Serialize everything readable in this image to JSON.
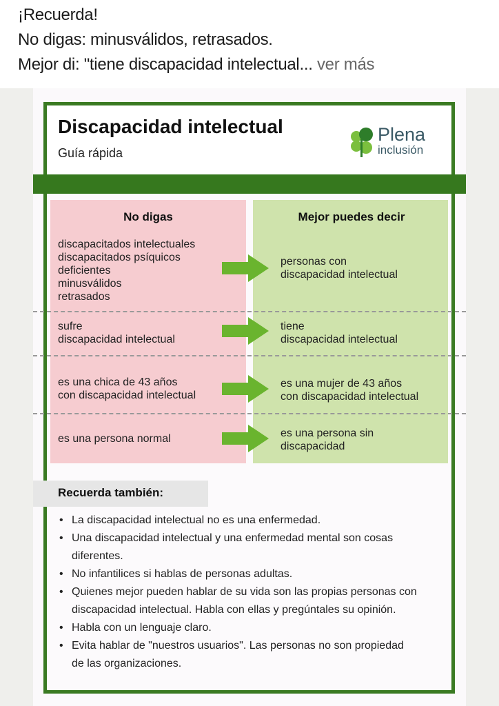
{
  "post": {
    "lines": [
      "¡Recuerda!",
      "No digas: minusválidos, retrasados.",
      "Mejor di: \"tiene discapacidad intelectual..."
    ],
    "more": "ver más"
  },
  "card": {
    "title": "Discapacidad intelectual",
    "subtitle": "Guía rápida",
    "logo": {
      "top": "Plena",
      "bottom": "inclusión"
    },
    "col_no": "No digas",
    "col_yes": "Mejor puedes decir",
    "rows": [
      {
        "no": "discapacitados intelectuales\ndiscapacitados psíquicos\ndeficientes\nminusválidos\nretrasados",
        "yes": "personas con\ndiscapacidad intelectual"
      },
      {
        "no": "sufre\ndiscapacidad intelectual",
        "yes": "tiene\ndiscapacidad intelectual"
      },
      {
        "no": "es una chica de 43 años\ncon discapacidad intelectual",
        "yes": "es una mujer de 43 años\ncon discapacidad intelectual"
      },
      {
        "no": "es una persona normal",
        "yes": "es una persona sin\ndiscapacidad"
      }
    ],
    "recuerda_title": "Recuerda también:",
    "recuerda": [
      "La discapacidad intelectual no es una enfermedad.",
      "Una discapacidad intelectual y una enfermedad mental son cosas diferentes.",
      "No infantilices si hablas de personas adultas.",
      "Quienes mejor pueden hablar de su vida son las propias personas con discapacidad intelectual. Habla con ellas y pregúntales su opinión.",
      "Habla con un lenguaje claro.",
      "Evita hablar de \"nuestros usuarios\". Las personas no son propiedad de las organizaciones."
    ],
    "colors": {
      "green": "#36781e",
      "pink": "#f6ccd0",
      "lightgreen": "#cfe3ac",
      "arrow": "#6ab42e"
    }
  }
}
